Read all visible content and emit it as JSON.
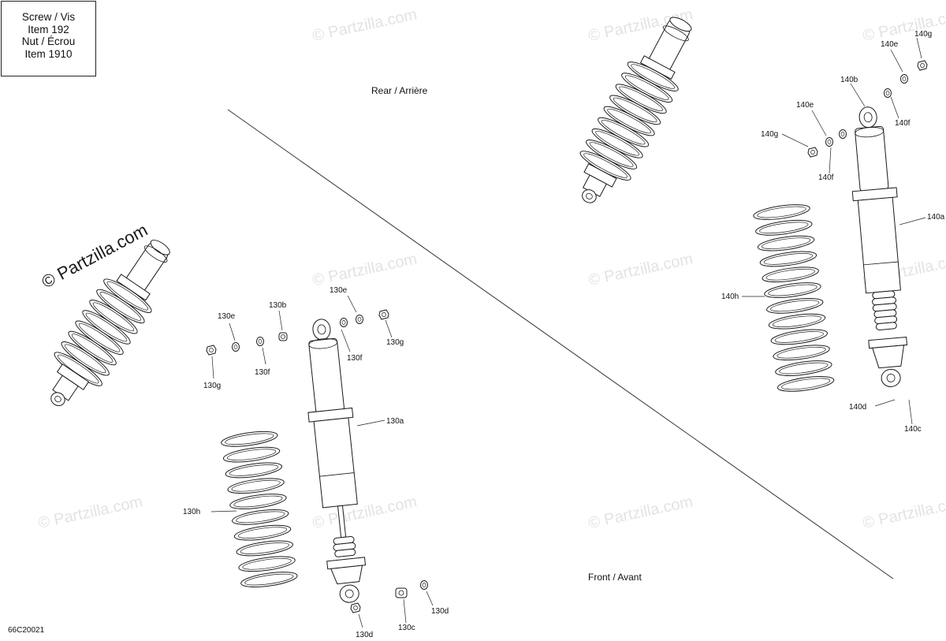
{
  "note_box": {
    "line1": "Screw / Vis",
    "line2": "Item 192",
    "line3": "Nut / Écrou",
    "line4": "Item 1910"
  },
  "captions": {
    "rear": "Rear / Arrière",
    "front": "Front / Avant"
  },
  "diagram_code": "66C20021",
  "watermark": {
    "text": "© Partzilla.com",
    "logo_text": "© Partzilla.com"
  },
  "parts_front": {
    "shock": "130a",
    "spring_seat_d_left": "130d",
    "spring_seat_d_right": "130d",
    "bushing_c": "130c",
    "washer_e": "130e",
    "washer_e_right": "130e",
    "washer_f_left": "130f",
    "washer_f_right": "130f",
    "nut_g_left": "130g",
    "nut_g_right": "130g",
    "bushing_b": "130b",
    "spring_h": "130h"
  },
  "parts_rear": {
    "shock": "140a",
    "bushing_b": "140b",
    "bushing_c": "140c",
    "spring_seat_d": "140d",
    "washer_e_left": "140e",
    "washer_e_right": "140e",
    "washer_f_left": "140f",
    "washer_f_right": "140f",
    "nut_g_left": "140g",
    "nut_g_right": "140g",
    "spring_h": "140h"
  }
}
